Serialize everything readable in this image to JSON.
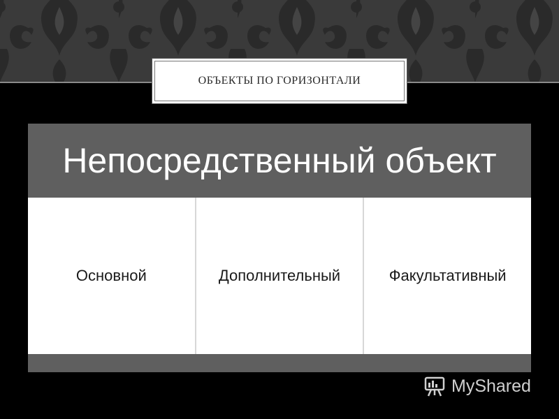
{
  "slide": {
    "title": "ОБЪЕКТЫ ПО ГОРИЗОНТАЛИ",
    "header": "Непосредственный объект",
    "items": [
      {
        "label": "Основной"
      },
      {
        "label": "Дополнительный"
      },
      {
        "label": "Факультативный"
      }
    ]
  },
  "watermark": {
    "logo_icon": "projector-screen-icon",
    "text": "MyShared"
  },
  "colors": {
    "background": "#000000",
    "pattern": "#3a3a3a",
    "header_fill": "#5f5f5f",
    "cell_fill": "#ffffff"
  }
}
